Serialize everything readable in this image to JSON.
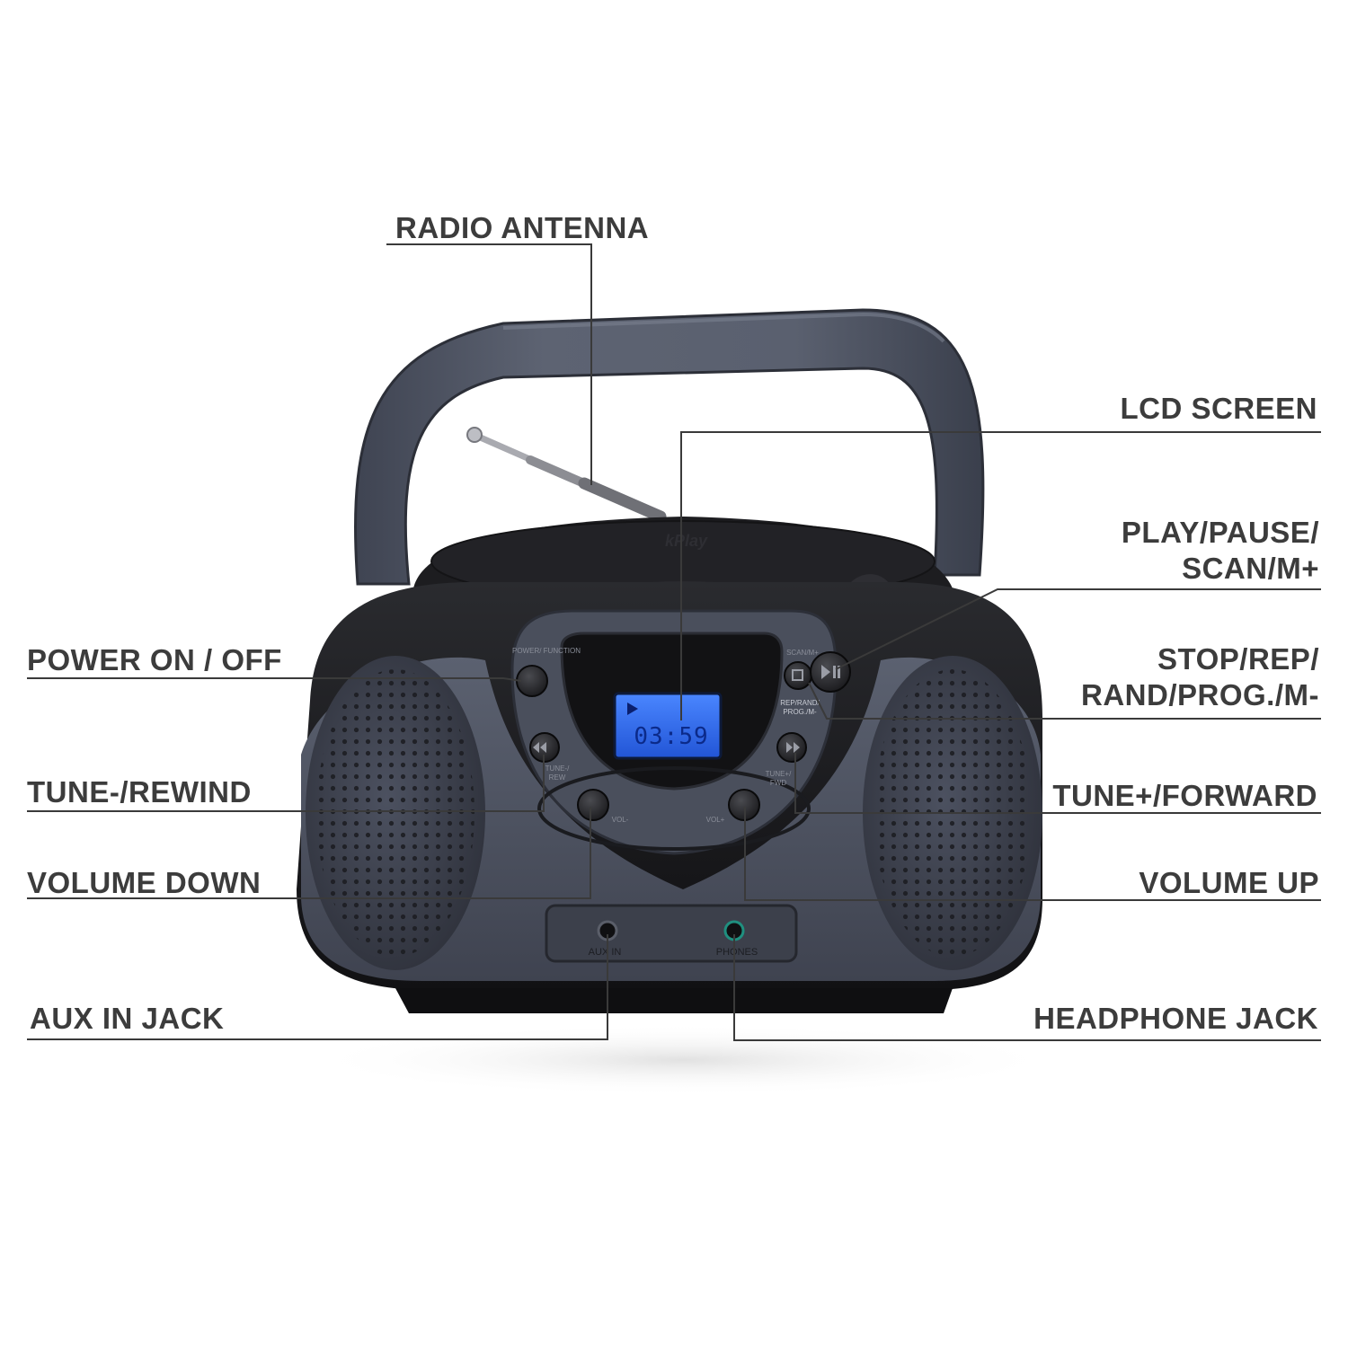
{
  "labels": {
    "radio_antenna": "RADIO ANTENNA",
    "lcd_screen": "LCD SCREEN",
    "play_pause_line1": "PLAY/PAUSE/",
    "play_pause_line2": "SCAN/M+",
    "power": "POWER ON / OFF",
    "stop_line1": "STOP/REP/",
    "stop_line2": "RAND/PROG./M-",
    "tune_minus": "TUNE-/REWIND",
    "tune_plus": "TUNE+/FORWARD",
    "volume_down": "VOLUME DOWN",
    "volume_up": "VOLUME UP",
    "aux_in": "AUX IN JACK",
    "headphone": "HEADPHONE JACK"
  },
  "device": {
    "lcd_time": "03:59",
    "lid_brand": "kPlay",
    "button_power": "POWER/ FUNCTION",
    "button_tune_rew_1": "TUNE-/",
    "button_tune_rew_2": "REW",
    "button_tune_fwd_1": "TUNE+/",
    "button_tune_fwd_2": "FWD",
    "button_vol_down": "VOL-",
    "button_vol_up": "VOL+",
    "button_rep_1": "REP/RAND/",
    "button_rep_2": "PROG./M-",
    "button_scan": "SCAN/M+",
    "jack_aux": "AUX IN",
    "jack_phones": "PHONES"
  },
  "colors": {
    "body": "#1a1a1c",
    "trim": "#4e5361",
    "lcd": "#2f67e6",
    "leader": "#3a3a3a",
    "text": "#3c3c3c"
  }
}
